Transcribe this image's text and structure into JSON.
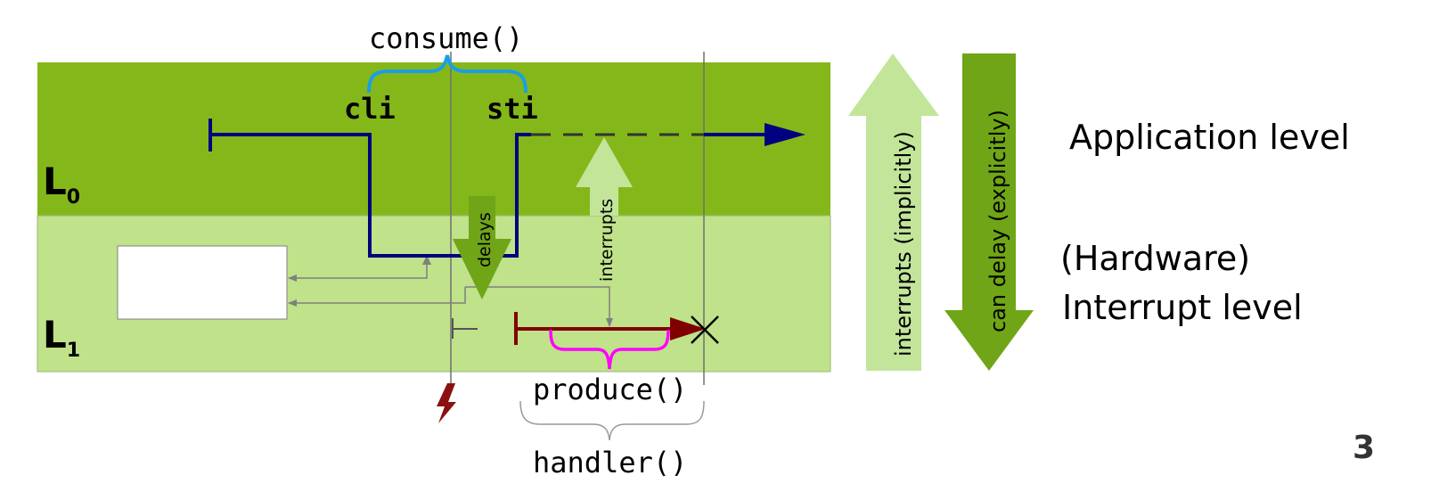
{
  "colors": {
    "level0_band": "#84b81a",
    "level1_band": "#bfe28a",
    "control_flow": "#000080",
    "handler_flow": "#800000",
    "consume_brace": "#1a9ee8",
    "produce_brace": "#ff00ff",
    "interrupt_arrow": "#c2e59a",
    "delay_arrow": "#6fa517",
    "slide_number": "#333333"
  },
  "diagram": {
    "consume_label": "consume()",
    "cli_label": "cli",
    "sti_label": "sti",
    "level0_symbol": "L",
    "level0_subscript": "0",
    "level1_symbol": "L",
    "level1_subscript": "1",
    "delays_label": "delays",
    "interrupts_label": "interrupts",
    "produce_label": "produce()",
    "handler_label": "handler()",
    "interrupts_implicitly_label": "interrupts (implicitly)",
    "can_delay_explicitly_label": "can delay (explicitly)",
    "application_level_label": "Application level",
    "hardware_label": "(Hardware)",
    "interrupt_level_label": "Interrupt level",
    "lightning_icon": "lightning-icon",
    "cancel_icon": "x-cross-icon"
  },
  "slide_number": "3"
}
